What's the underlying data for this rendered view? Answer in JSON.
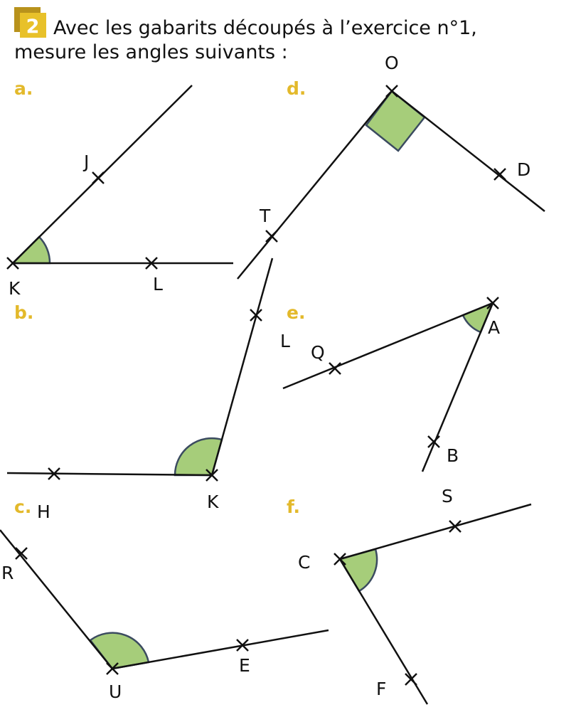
{
  "exercise": {
    "number": "2",
    "line1": "Avec les gabarits découpés à l’exercice n°1,",
    "line2": "mesure les angles suivants :"
  },
  "colors": {
    "badge_dark": "#b8921c",
    "badge_light": "#e8c12a",
    "section_label": "#e3b92b",
    "angle_fill": "#a6cd7a"
  },
  "figures": {
    "a": {
      "label": "a.",
      "points": [
        "J",
        "K",
        "L"
      ]
    },
    "b": {
      "label": "b.",
      "points": [
        "K",
        "H",
        "L"
      ]
    },
    "c": {
      "label": "c.",
      "points": [
        "R",
        "U",
        "E"
      ]
    },
    "d": {
      "label": "d.",
      "points": [
        "O",
        "T",
        "D"
      ]
    },
    "e": {
      "label": "e.",
      "points": [
        "Q",
        "A",
        "B"
      ]
    },
    "f": {
      "label": "f.",
      "points": [
        "C",
        "S",
        "F"
      ]
    }
  }
}
